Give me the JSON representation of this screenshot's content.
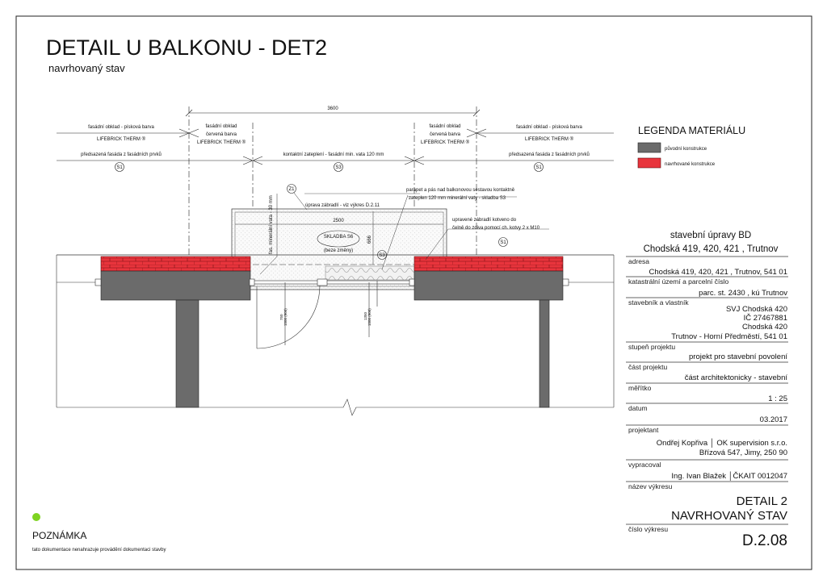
{
  "header": {
    "title": "DETAIL U BALKONU - DET2",
    "subtitle": "navrhovaný stav"
  },
  "drawing": {
    "dimension_total": "3600",
    "labels_top": {
      "left_line1": "fasádní obklad - písková barva",
      "left_line2": "LIFEBRICK THERM ®",
      "midleft_line1": "fasádní obklad",
      "midleft_line2": "červená barva",
      "midleft_line3": "LIFEBRICK THERM ®",
      "midright_line1": "fasádní obklad",
      "midright_line2": "červená barva",
      "midright_line3": "LIFEBRICK THERM ®",
      "right_line1": "fasádní obklad - písková barva",
      "right_line2": "LIFEBRICK THERM ®"
    },
    "labels_row2": {
      "left": "předsazená fasáda z fasádních prvků",
      "middle": "kontaktní zateplení - fasádní min. vata 120 mm",
      "right": "předsazená fasáda z fasádních prvků",
      "tag_left": "S1",
      "tag_middle": "S3",
      "tag_right": "S1"
    },
    "annotations": {
      "z1": "Z1",
      "railing_note": "úprava zábradlí - viz výkres D.2.11",
      "parapet_note_1": "parapet a pás nad balkonovou sestavou kontaktně",
      "parapet_note_2": "zateplen 120 mm minerální vaty - skladba S3",
      "railing_anchor_1": "upravené zábradlí kotveno do",
      "railing_anchor_2": "čelně do zdiva pomocí ch. kotvy 2 x M10",
      "wool_note": "fas. minerální vata - 30 mm",
      "width_2500": "2500",
      "height_666": "666",
      "skladba": "SKLADBA S6",
      "beze_zmeny": "(beze změny)",
      "tag_s3": "S3",
      "tag_s1": "S1",
      "dim_750": "750",
      "dim_750b": "1500 (900)",
      "dim_1350": "1350",
      "dim_1350b": "1500 (900)"
    }
  },
  "legend": {
    "title": "LEGENDA MATERIÁLU",
    "items": [
      {
        "label": "původní konstrukce",
        "color": "#6b6b6b"
      },
      {
        "label": "navrhované konstrukce",
        "color": "#e8343c"
      }
    ]
  },
  "title_block": {
    "project_line1": "stavební úpravy BD",
    "project_line2": "Chodská 419, 420, 421 , Trutnov",
    "rows": [
      {
        "label": "adresa",
        "value": [
          "Chodská 419, 420, 421 , Trutnov, 541 01"
        ]
      },
      {
        "label": "katastrální území a parcelní číslo",
        "value": [
          "parc. st. 2430 , kú Trutnov"
        ]
      },
      {
        "label": "stavebník a vlastník",
        "value": [
          "SVJ Chodská 420",
          "IČ 27467881",
          "Chodská 420",
          "Trutnov - Horní Předměstí, 541 01"
        ]
      },
      {
        "label": "stupeň projektu",
        "value": [
          "projekt pro stavební povolení"
        ]
      },
      {
        "label": "část projektu",
        "value": [
          "část architektonicky - stavební"
        ]
      },
      {
        "label": "měřítko",
        "value": [
          "1 : 25"
        ]
      },
      {
        "label": "datum",
        "value": [
          "03.2017"
        ]
      },
      {
        "label": "projektant",
        "value": [
          "Ondřej Kopřiva  │ OK supervision s.r.o.",
          "Břízová 547, Jimy, 250 90"
        ]
      },
      {
        "label": "vypracoval",
        "value": [
          "Ing. Ivan Blažek  │ČKAIT 0012047"
        ]
      },
      {
        "label": "název výkresu",
        "value": [
          "DETAIL 2",
          "NAVRHOVANÝ STAV"
        ]
      },
      {
        "label": "číslo výkresu",
        "value": [
          "D.2.08"
        ]
      }
    ]
  },
  "note": {
    "title": "POZNÁMKA",
    "text": "tato dokumentace nenahrazuje provádění dokumentaci stavby",
    "dot_color": "#7ed321"
  }
}
